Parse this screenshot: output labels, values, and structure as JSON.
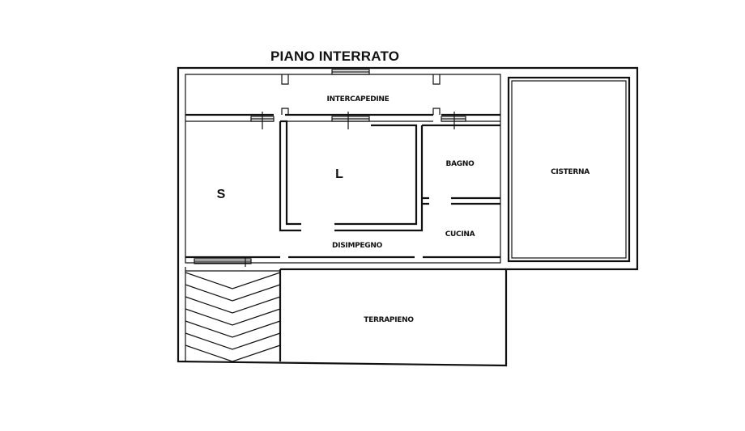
{
  "title": "PIANO INTERRATO",
  "rooms": {
    "intercapedine": "INTERCAPEDINE",
    "soggiorno": "S",
    "letto": "L",
    "bagno": "BAGNO",
    "cucina": "CUCINA",
    "disimpegno": "DISIMPEGNO",
    "cisterna": "CISTERNA",
    "terrapieno": "TERRAPIENO"
  }
}
